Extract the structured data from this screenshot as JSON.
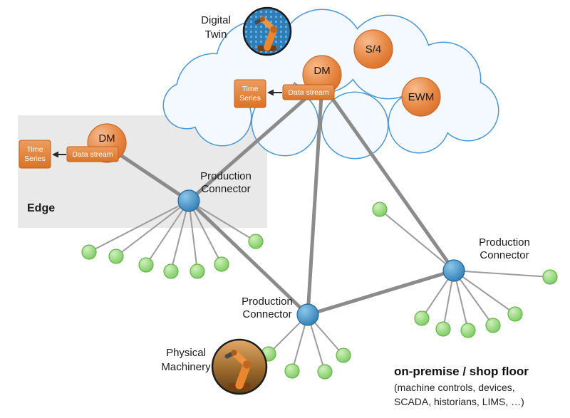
{
  "colors": {
    "node_orange": "#E0813F",
    "connector_blue": "#3383B8",
    "leaf_green": "#85CF67",
    "line_gray": "#8B8B8B",
    "cloud_outline": "#4D96D2",
    "edge_background": "#E9E9E9",
    "box_orange": "#DD7E33",
    "text": "#1A1A1A"
  },
  "digital_twin": {
    "line1": "Digital",
    "line2": "Twin"
  },
  "cloud": {
    "dm": "DM",
    "s4": "S/4",
    "ewm": "EWM",
    "time_series_line1": "Time",
    "time_series_line2": "Series",
    "data_stream": "Data stream"
  },
  "edge": {
    "title": "Edge",
    "dm": "DM",
    "time_series_line1": "Time",
    "time_series_line2": "Series",
    "data_stream": "Data stream"
  },
  "connector": {
    "line1": "Production",
    "line2": "Connector"
  },
  "physical_machinery": {
    "line1": "Physical",
    "line2": "Machinery"
  },
  "footer": {
    "title": "on-premise / shop floor",
    "line1": "(machine controls, devices,",
    "line2": "SCADA, historians, LIMS, …)"
  },
  "links": {
    "backbone": [
      [
        "dm-edge",
        "connector-left"
      ],
      [
        "connector-left",
        "dm-cloud"
      ],
      [
        "connector-left",
        "connector-bottom"
      ],
      [
        "dm-cloud",
        "connector-bottom"
      ],
      [
        "dm-cloud",
        "connector-right"
      ],
      [
        "connector-bottom",
        "connector-right"
      ]
    ],
    "leaf_counts": {
      "connector-left": 7,
      "connector-bottom": 4,
      "connector-right": 7
    }
  }
}
